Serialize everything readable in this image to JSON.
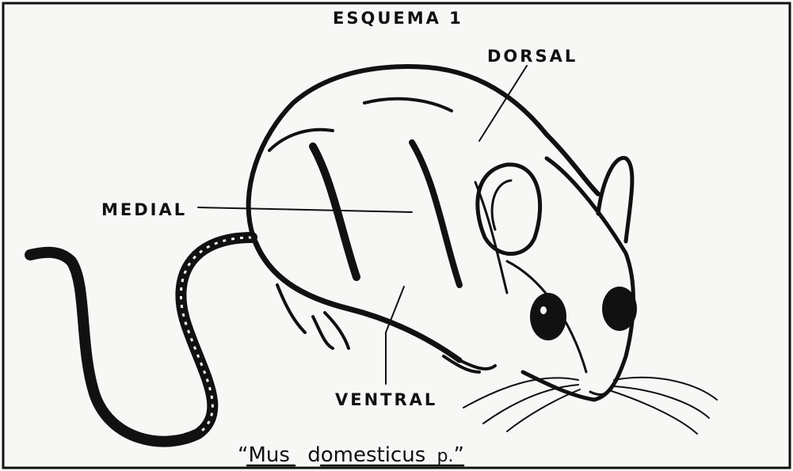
{
  "diagram": {
    "title": "ESQUEMA 1",
    "labels": {
      "dorsal": "DORSAL",
      "medial": "MEDIAL",
      "ventral": "VENTRAL"
    },
    "caption": {
      "open_quote": "“",
      "genus": "Mus",
      "species": "domesticus",
      "author": "p.",
      "close_quote": "”"
    }
  }
}
